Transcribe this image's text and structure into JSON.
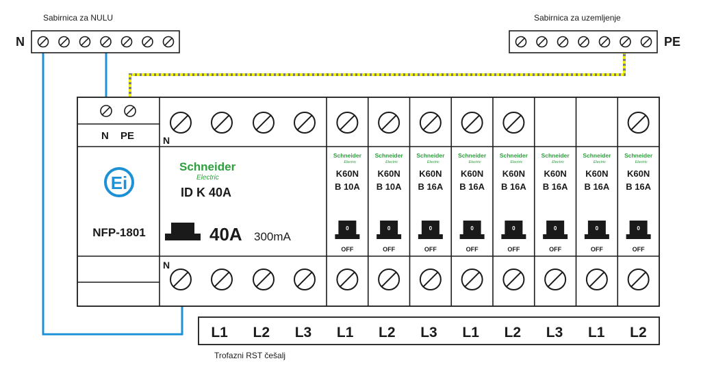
{
  "neutral_bar": {
    "label": "Sabirnica za NULU",
    "side_letter": "N",
    "terminal_count": 7
  },
  "earth_bar": {
    "label": "Sabirnica za uzemljenje",
    "side_letter": "PE",
    "terminal_count": 7
  },
  "feed_block": {
    "n_label": "N",
    "pe_label": "PE",
    "logo_text": "Ei",
    "model": "NFP-1801"
  },
  "rcd": {
    "brand_top": "Schneider",
    "brand_bottom": "Electric",
    "model": "ID K 40A",
    "rating": "40A",
    "sensitivity": "300mA",
    "n_mark_top": "N",
    "n_mark_bottom": "N"
  },
  "breakers": [
    {
      "brand_top": "Schneider",
      "brand_bottom": "Electric",
      "model": "K60N",
      "rating": "B 10A",
      "switch": "0",
      "state": "OFF",
      "top_terminal": true
    },
    {
      "brand_top": "Schneider",
      "brand_bottom": "Electric",
      "model": "K60N",
      "rating": "B 10A",
      "switch": "0",
      "state": "OFF",
      "top_terminal": true
    },
    {
      "brand_top": "Schneider",
      "brand_bottom": "Electric",
      "model": "K60N",
      "rating": "B 16A",
      "switch": "0",
      "state": "OFF",
      "top_terminal": true
    },
    {
      "brand_top": "Schneider",
      "brand_bottom": "Electric",
      "model": "K60N",
      "rating": "B 16A",
      "switch": "0",
      "state": "OFF",
      "top_terminal": true
    },
    {
      "brand_top": "Schneider",
      "brand_bottom": "Electric",
      "model": "K60N",
      "rating": "B 16A",
      "switch": "0",
      "state": "OFF",
      "top_terminal": true
    },
    {
      "brand_top": "Schneider",
      "brand_bottom": "Electric",
      "model": "K60N",
      "rating": "B 16A",
      "switch": "0",
      "state": "OFF",
      "top_terminal": false
    },
    {
      "brand_top": "Schneider",
      "brand_bottom": "Electric",
      "model": "K60N",
      "rating": "B 16A",
      "switch": "0",
      "state": "OFF",
      "top_terminal": false
    },
    {
      "brand_top": "Schneider",
      "brand_bottom": "Electric",
      "model": "K60N",
      "rating": "B 16A",
      "switch": "0",
      "state": "OFF",
      "top_terminal": true
    }
  ],
  "busbar": {
    "label": "Trofazni RST češalj",
    "phases": [
      "L1",
      "L2",
      "L3",
      "L1",
      "L2",
      "L3",
      "L1",
      "L2",
      "L3",
      "L1",
      "L2"
    ]
  },
  "colors": {
    "neutral_wire": "#1e90d6",
    "earth_wire_a": "#f2f200",
    "earth_wire_b": "#7a7a7a",
    "schneider_green": "#2e9e3e",
    "logo_blue": "#1e90d6",
    "line": "#1a1a1a"
  }
}
